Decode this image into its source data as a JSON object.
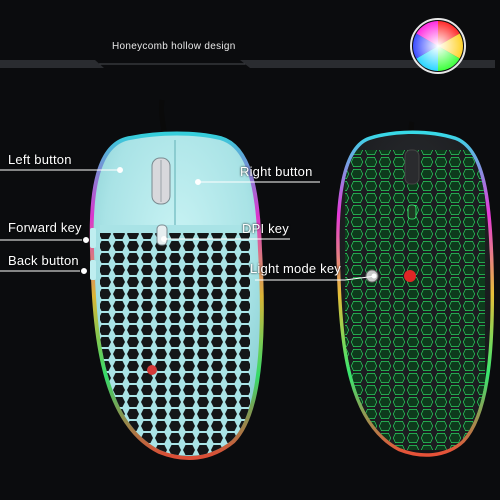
{
  "banner": {
    "title": "Honeycomb hollow design"
  },
  "callouts": {
    "left_button": "Left button",
    "right_button": "Right button",
    "forward_key": "Forward key",
    "dpi_key": "DPI key",
    "back_button": "Back button",
    "light_mode_key": "Light mode key"
  },
  "colors": {
    "background": "#0b0c0e",
    "mint_shell": "#a9e3e6",
    "black_shell": "#1c1d20",
    "hex_glow": "#3aff7a"
  },
  "icons": [
    "rgb-color-wheel-icon"
  ]
}
